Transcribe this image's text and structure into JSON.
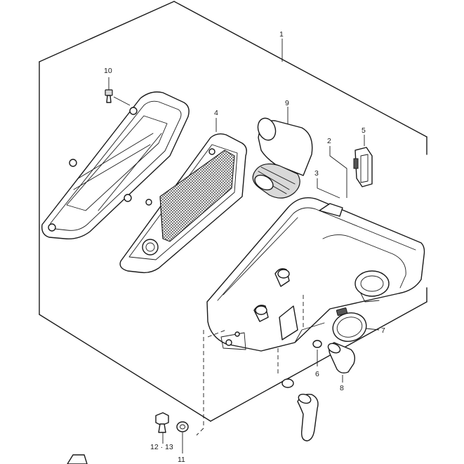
{
  "callouts": {
    "c1": "1",
    "c2": "2",
    "c3": "3",
    "c4": "4",
    "c5": "5",
    "c6": "6",
    "c7": "7",
    "c8": "8",
    "c9": "9",
    "c10": "10",
    "c11": "11",
    "c12_13": "12 · 13"
  }
}
